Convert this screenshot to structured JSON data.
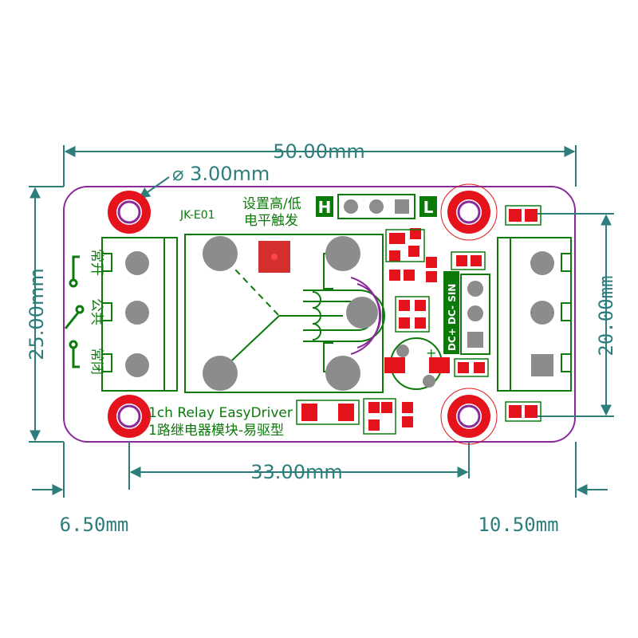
{
  "dimensions": {
    "board_width": "50.00mm",
    "board_height": "25.00mm",
    "hole_diameter": "⌀ 3.00mm",
    "hole_pitch": "33.00mm",
    "right_height": "20.00mm",
    "left_offset": "6.50mm",
    "right_offset": "10.50mm"
  },
  "silkscreen": {
    "model": "JK-E01",
    "trigger_label_line1": "设置高/低",
    "trigger_label_line2": "电平触发",
    "jumper_high": "H",
    "jumper_low": "L",
    "terminal_no": "常开",
    "terminal_com": "公共",
    "terminal_nc": "常闭",
    "power_label": "DC+ DC- SIN",
    "title_en": "1ch Relay EasyDriver",
    "title_cn": "1路继电器模块-易驱型"
  },
  "colors": {
    "dimension": "#2e7d7d",
    "board_outline": "#8a2a9a",
    "silkscreen": "#0b7a0b",
    "pad": "#e5131b",
    "pin": "#8c8c8c"
  }
}
